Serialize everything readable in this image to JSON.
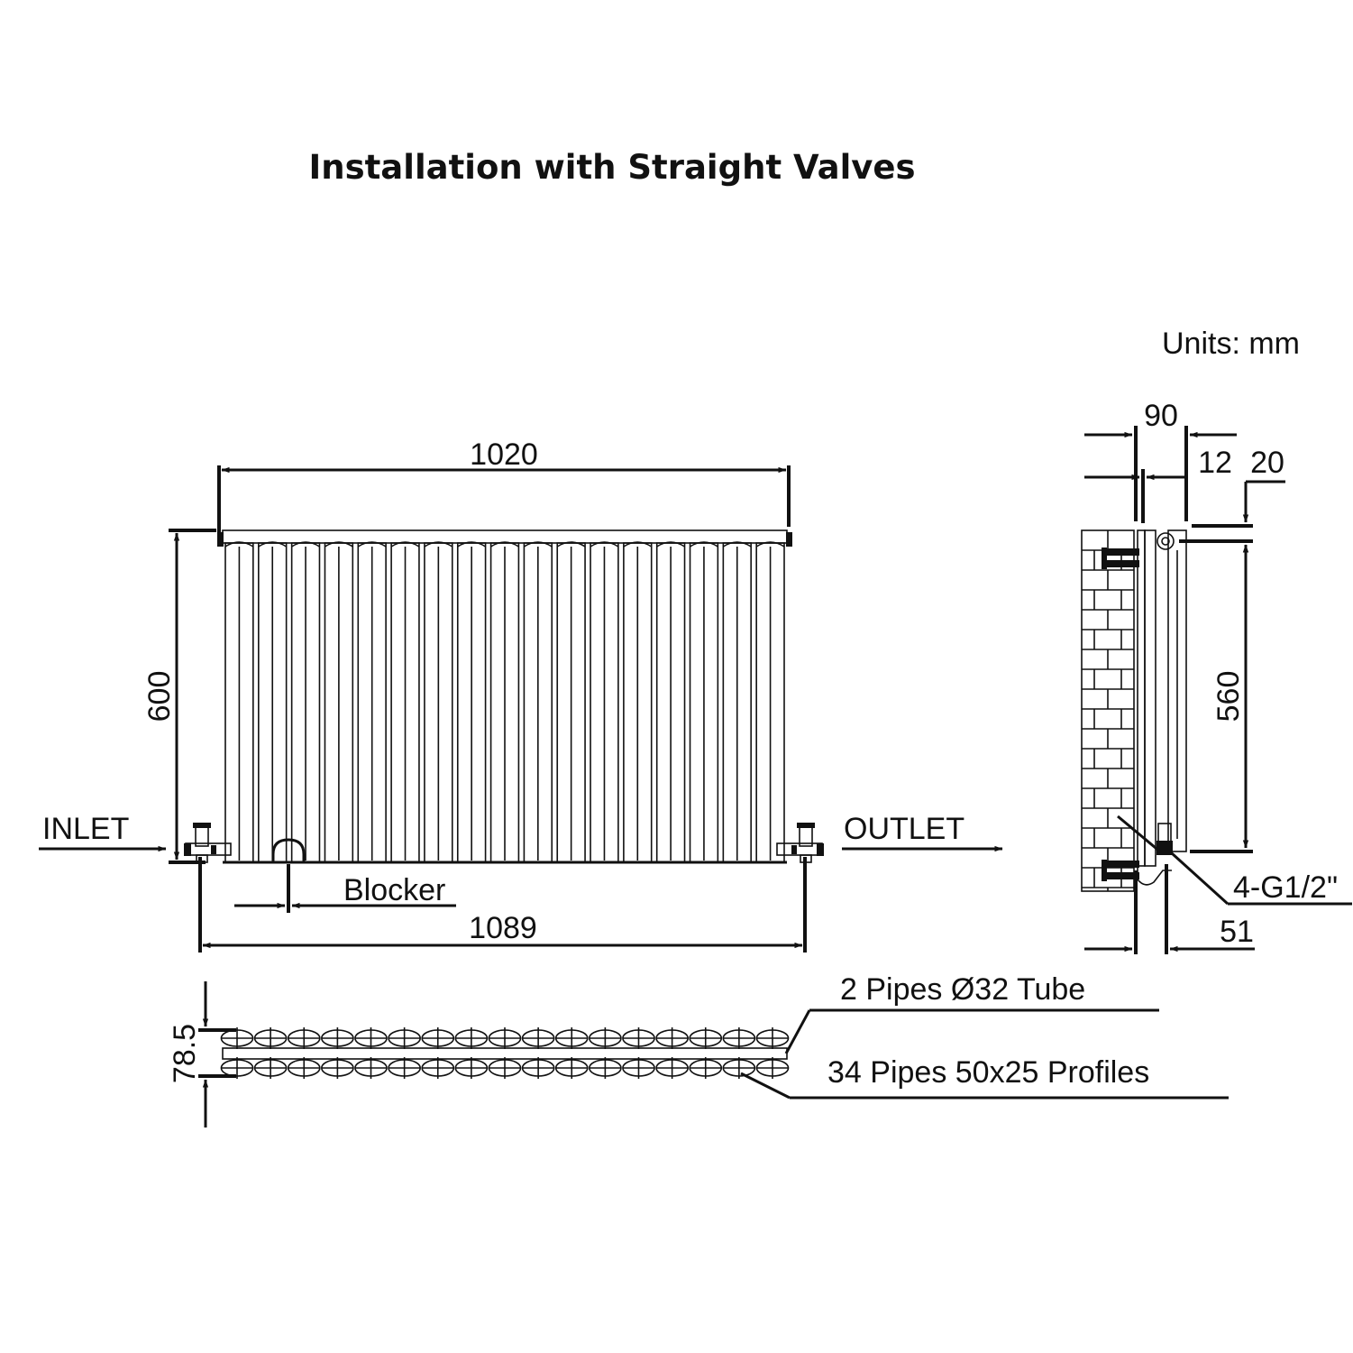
{
  "title": "Installation with Straight Valves",
  "units": "Units: mm",
  "front_view": {
    "width_label": "1020",
    "height_label": "600",
    "overall_width_label": "1089",
    "inlet_label": "INLET",
    "outlet_label": "OUTLET",
    "blocker_label": "Blocker",
    "column_count": 17
  },
  "side_view": {
    "depth_label": "90",
    "wall_gap_label": "12",
    "pipe_gap_label": "20",
    "centres_label": "560",
    "connection_label": "4-G1/2\"",
    "offset_label": "51"
  },
  "top_view": {
    "depth_label": "78.5",
    "tube_label": "2 Pipes Ø32  Tube",
    "profiles_label": "34 Pipes 50x25   Profiles",
    "profiles_per_row": 17
  },
  "colors": {
    "line": "#111111",
    "background": "#ffffff"
  }
}
